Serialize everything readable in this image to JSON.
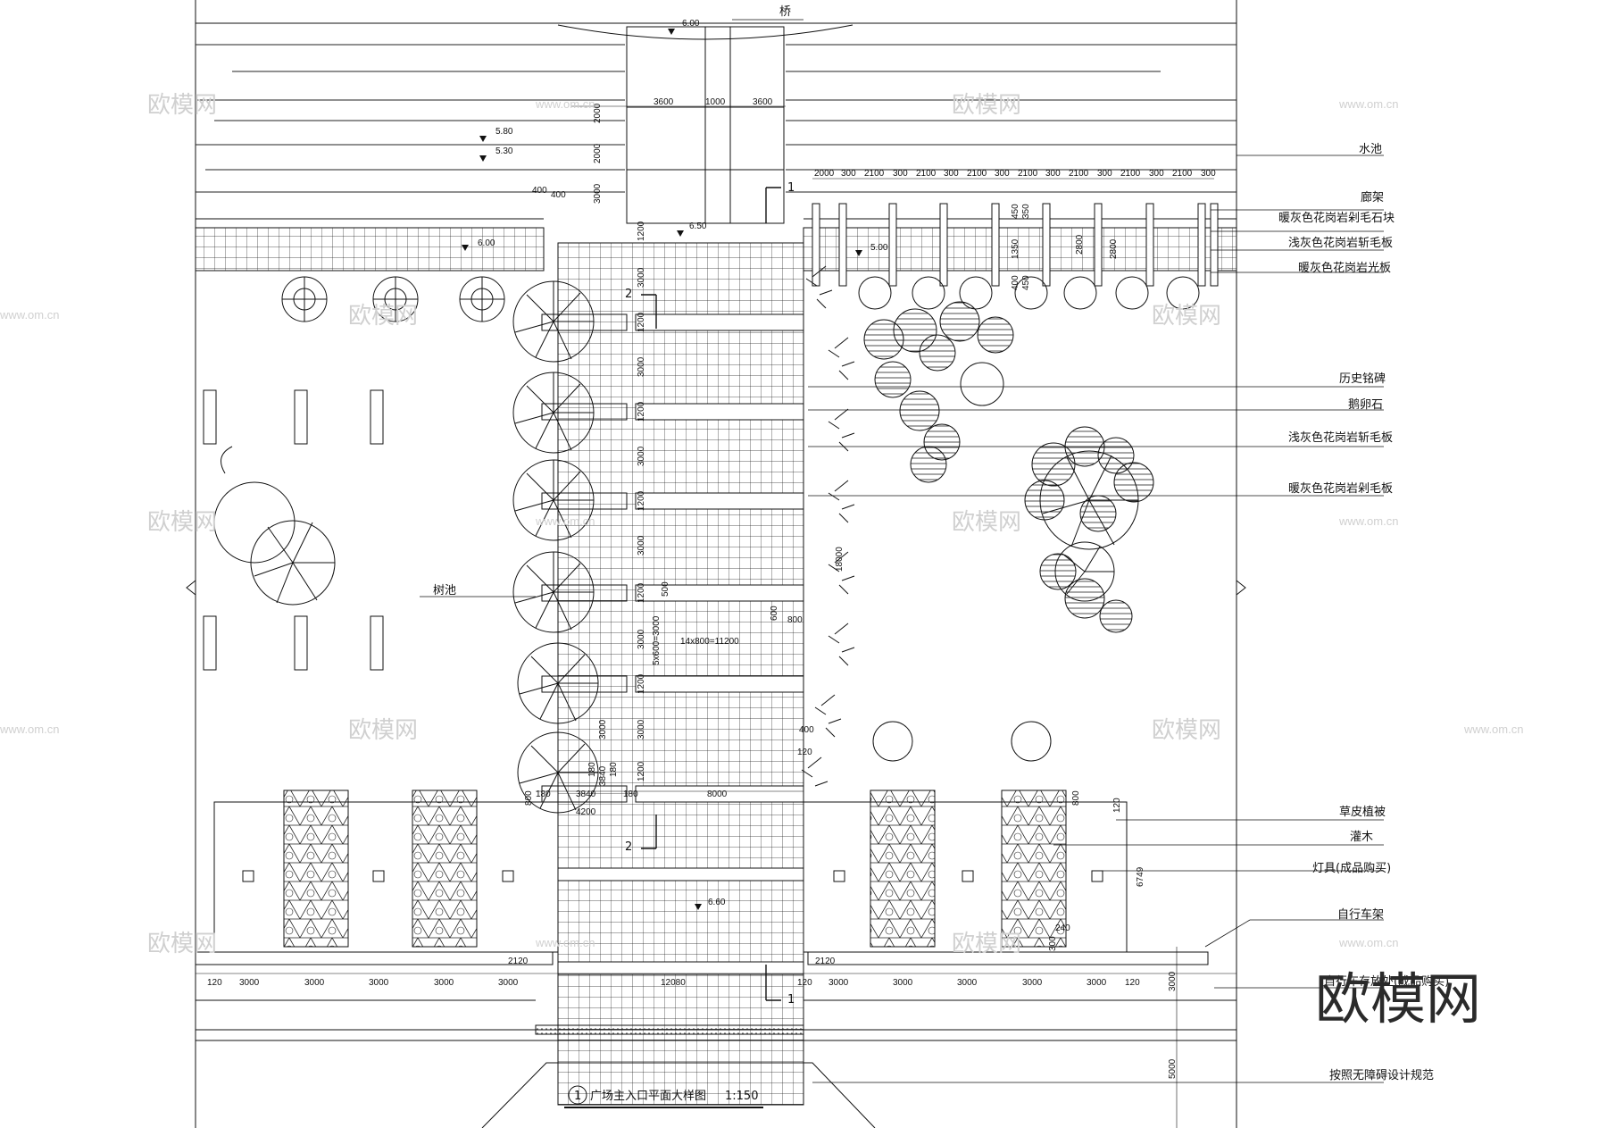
{
  "watermark": {
    "brand": "欧模网",
    "site": "www.om.cn"
  },
  "labels": {
    "bridge": "桥",
    "pool": "水池",
    "gallery": "廊架",
    "granite_warm_rough": "暖灰色花岗岩剁毛石块",
    "granite_light_chisel": "浅灰色花岗岩斩毛板",
    "granite_warm_polish": "暖灰色花岗岩光板",
    "monument": "历史铭碑",
    "pebble": "鹅卵石",
    "granite_light_chisel_2": "浅灰色花岗岩斩毛板",
    "granite_warm_rough_plate": "暖灰色花岗岩剁毛板",
    "tree_pit": "树池",
    "lawn": "草皮植被",
    "shrub": "灌木",
    "lamp": "灯具(成品购买)",
    "bike_rack": "自行车架",
    "bike_note": "自行车存放处(成品购买)",
    "accessible": "按照无障碍设计规范"
  },
  "title": {
    "number": "1",
    "text": "广场主入口平面大样图",
    "scale": "1:150"
  },
  "section_marks": {
    "s1": "1",
    "s2": "2"
  },
  "elevations": {
    "e600_top": "6.00",
    "e580": "5.80",
    "e530": "5.30",
    "e600_left": "6.00",
    "e650": "6.50",
    "e500": "5.00",
    "e660": "6.60"
  },
  "dims": {
    "bridge_w1": "3600",
    "bridge_w2": "1000",
    "bridge_w3": "3600",
    "v2000a": "2000",
    "v2000b": "2000",
    "v3000": "3000",
    "d400a": "400",
    "d400b": "400",
    "gallery_row": [
      "2000",
      "300",
      "2100",
      "300",
      "2100",
      "300",
      "2100",
      "300",
      "2100",
      "300",
      "2100",
      "300",
      "2100",
      "300",
      "2100",
      "300"
    ],
    "g450": "450",
    "g350": "350",
    "g1350": "1350",
    "g2800a": "2800",
    "g2800b": "2800",
    "g400": "400",
    "g450b": "450",
    "strip": [
      "1200",
      "3000",
      "1200",
      "3000",
      "1200",
      "3000",
      "1200",
      "3000",
      "1200",
      "3000",
      "1200",
      "3000",
      "1200"
    ],
    "d18000": "18000",
    "d14x800": "14x800=11200",
    "d5x600": "5x600=3000",
    "d500": "500",
    "d600": "600",
    "d800": "800",
    "d800b": "800",
    "d3000v": "3000",
    "d400c": "400",
    "d120a": "120",
    "pit_180a": "180",
    "pit_180b": "180",
    "pit_3840": "3840",
    "pit_4200": "4200",
    "d8000": "8000",
    "d800c": "800",
    "pit_v1": "180",
    "pit_v2": "3840",
    "pit_v3": "180",
    "r800": "800",
    "r120": "120",
    "r6749": "6749",
    "r240": "240",
    "r300": "300",
    "bottom_row": [
      "120",
      "3000",
      "3000",
      "3000",
      "3000",
      "3000",
      "12080",
      "120",
      "3000",
      "3000",
      "3000",
      "3000",
      "3000",
      "120"
    ],
    "d2120a": "2120",
    "d2120b": "2120",
    "v3000b": "3000",
    "v5000": "5000"
  }
}
